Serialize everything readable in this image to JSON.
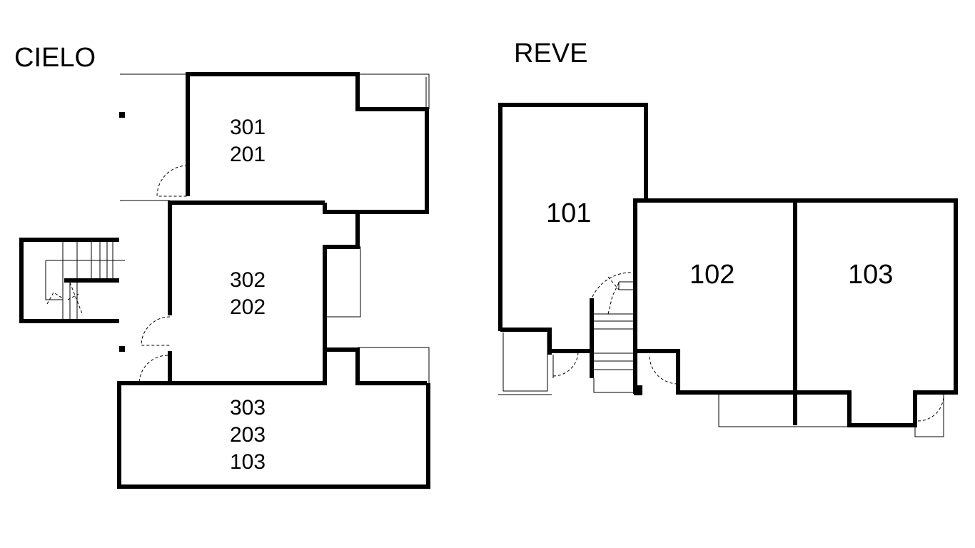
{
  "buildings": [
    {
      "name": "CIELO",
      "units": [
        {
          "lines": [
            "301",
            "201"
          ]
        },
        {
          "lines": [
            "302",
            "202"
          ]
        },
        {
          "lines": [
            "303",
            "203",
            "103"
          ]
        }
      ]
    },
    {
      "name": "REVE",
      "units": [
        {
          "lines": [
            "101"
          ]
        },
        {
          "lines": [
            "102"
          ]
        },
        {
          "lines": [
            "103"
          ]
        }
      ]
    }
  ],
  "colors": {
    "wall": "#000000",
    "background": "#ffffff"
  }
}
